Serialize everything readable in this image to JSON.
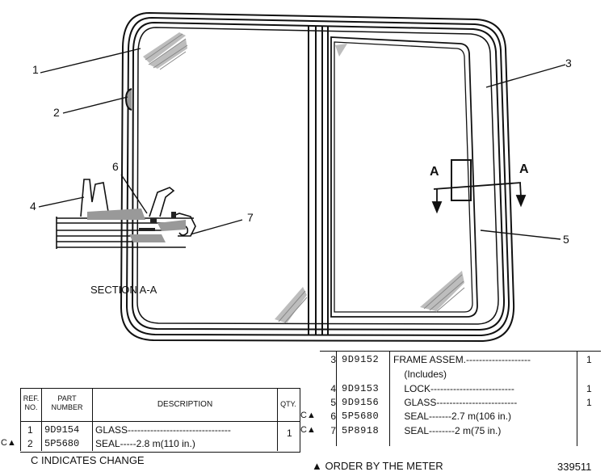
{
  "callouts": [
    "1",
    "2",
    "3",
    "4",
    "5",
    "6",
    "7"
  ],
  "section_arrows": {
    "left": "A",
    "right": "A"
  },
  "section_title": "SECTION A-A",
  "left_table": {
    "headers": {
      "ref": "REF.\nNO.",
      "part": "PART\nNUMBER",
      "desc": "DESCRIPTION",
      "qty": "QTY."
    },
    "rows": [
      {
        "mark": "",
        "ref": "1",
        "part": "9D9154",
        "desc": "GLASS--------------------------------",
        "qty": "1"
      },
      {
        "mark": "C▲",
        "ref": "2",
        "part": "5P5680",
        "desc": "SEAL-----2.8 m(110 in.)",
        "qty": ""
      }
    ],
    "note": "C INDICATES CHANGE"
  },
  "right_table": {
    "rows": [
      {
        "mark": "",
        "ref": "3",
        "part": "9D9152",
        "desc": "FRAME ASSEM.--------------------",
        "qty": "1"
      },
      {
        "mark": "",
        "ref": "",
        "part": "",
        "desc": "    (Includes)",
        "qty": ""
      },
      {
        "mark": "",
        "ref": "4",
        "part": "9D9153",
        "desc": "    LOCK--------------------------",
        "qty": "1"
      },
      {
        "mark": "",
        "ref": "5",
        "part": "9D9156",
        "desc": "    GLASS-------------------------",
        "qty": "1"
      },
      {
        "mark": "C▲",
        "ref": "6",
        "part": "5P5680",
        "desc": "    SEAL-------2.7 m(106 in.)",
        "qty": ""
      },
      {
        "mark": "C▲",
        "ref": "7",
        "part": "5P8918",
        "desc": "    SEAL--------2 m(75 in.)",
        "qty": ""
      }
    ],
    "note": "▲ ORDER BY THE METER"
  },
  "drawing_number": "339511"
}
